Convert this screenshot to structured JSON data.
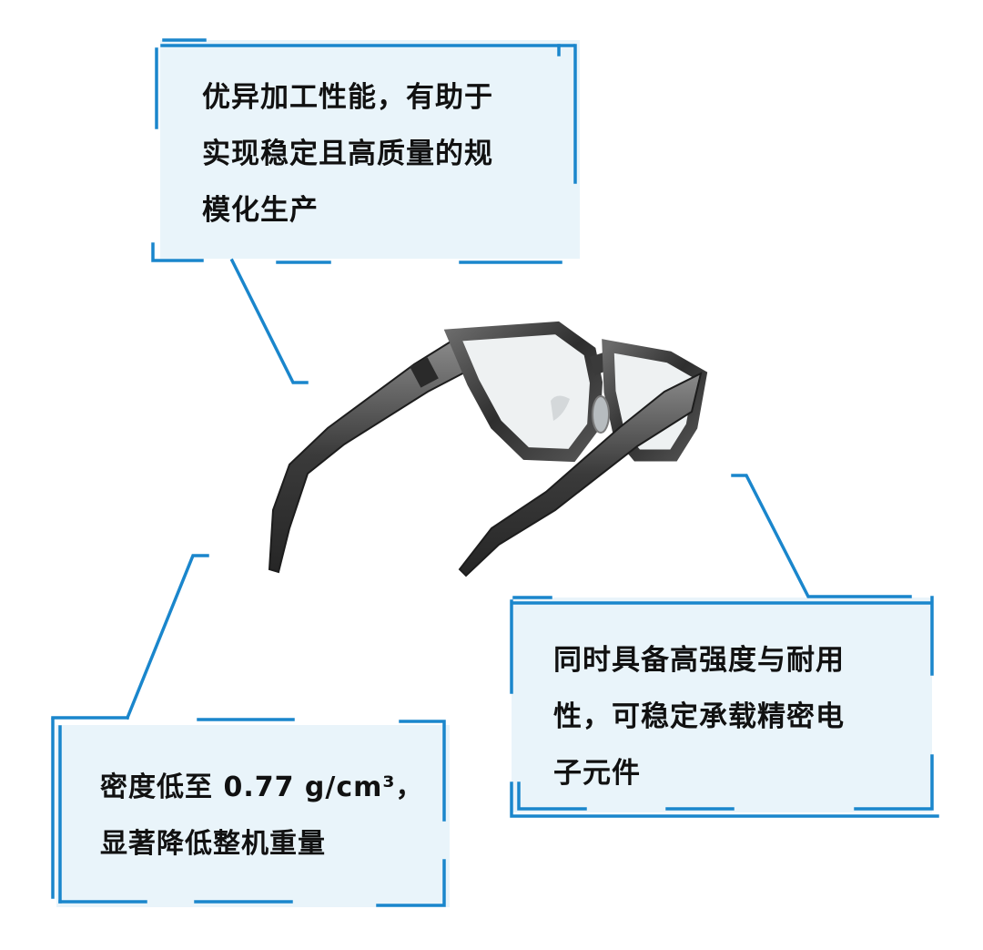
{
  "callouts": {
    "top": {
      "text": "优异加工性能，有助于\n实现稳定且高质量的规\n模化生产"
    },
    "right": {
      "text": "同时具备高强度与耐用\n性，可稳定承载精密电\n子元件"
    },
    "left": {
      "text": "密度低至 0.77 g/cm³，\n显著降低整机重量"
    }
  },
  "colors": {
    "accent": "#1a86cc",
    "box_fill": "#e9f4fa",
    "frame_dark": "#3a3a3a"
  }
}
